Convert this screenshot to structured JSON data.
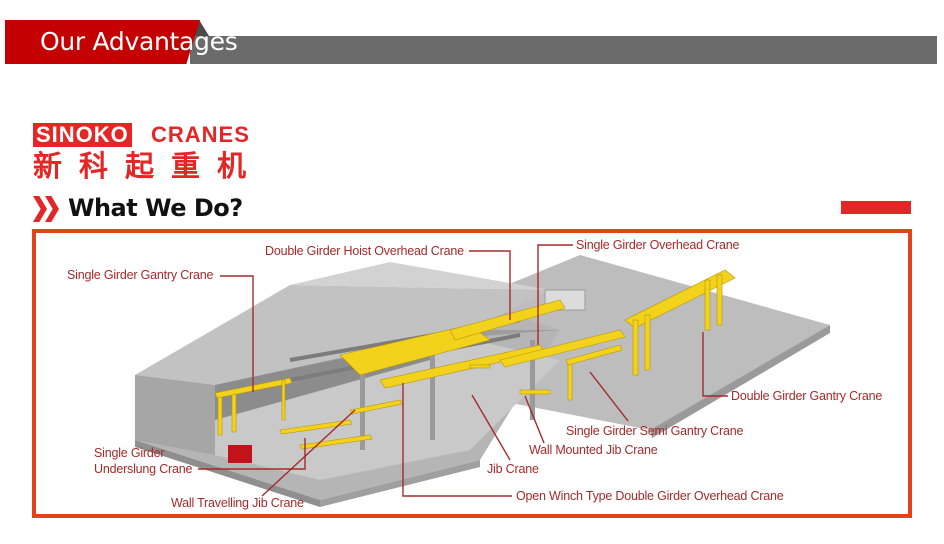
{
  "banner": {
    "title": "Our Advantages",
    "colors": {
      "red": "#c40000",
      "grey": "#6b6b6b"
    }
  },
  "logo": {
    "brand": "SINOKO",
    "suffix": "CRANES",
    "chinese": "新科起重机",
    "color": "#e32626"
  },
  "section": {
    "title": "What We Do?",
    "icon": "double-chevron-right-icon"
  },
  "diagram": {
    "frame_color": "#e2431b",
    "label_color": "#a52a2a",
    "labels": [
      {
        "text": "Double Girder Hoist Overhead Crane"
      },
      {
        "text": "Single Girder Overhead Crane"
      },
      {
        "text": "Single Girder Gantry Crane"
      },
      {
        "text": "Double Girder Gantry Crane"
      },
      {
        "text": "Single Girder Semi Gantry Crane"
      },
      {
        "text": "Wall Mounted Jib Crane"
      },
      {
        "text": "Jib Crane"
      },
      {
        "text": "Single Girder"
      },
      {
        "text": "Underslung Crane"
      },
      {
        "text": "Wall Travelling Jib Crane"
      },
      {
        "text": "Open Winch Type Double Girder Overhead Crane"
      }
    ]
  }
}
